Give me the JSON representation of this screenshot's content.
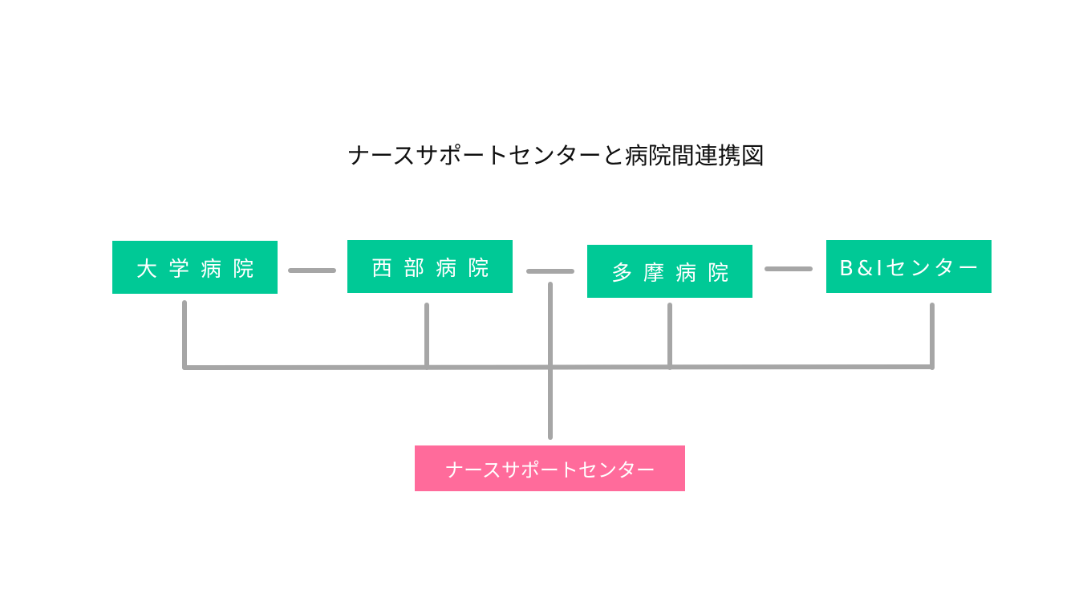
{
  "title": "ナースサポートセンターと病院間連携図",
  "nodes": {
    "daigaku": "大学病院",
    "seibu": "西部病院",
    "tama": "多摩病院",
    "bi": "B&Iセンター",
    "nsc": "ナースサポートセンター"
  },
  "colors": {
    "hospital": "#00c996",
    "center": "#ff6b9b",
    "connector": "#a6a6a6"
  }
}
